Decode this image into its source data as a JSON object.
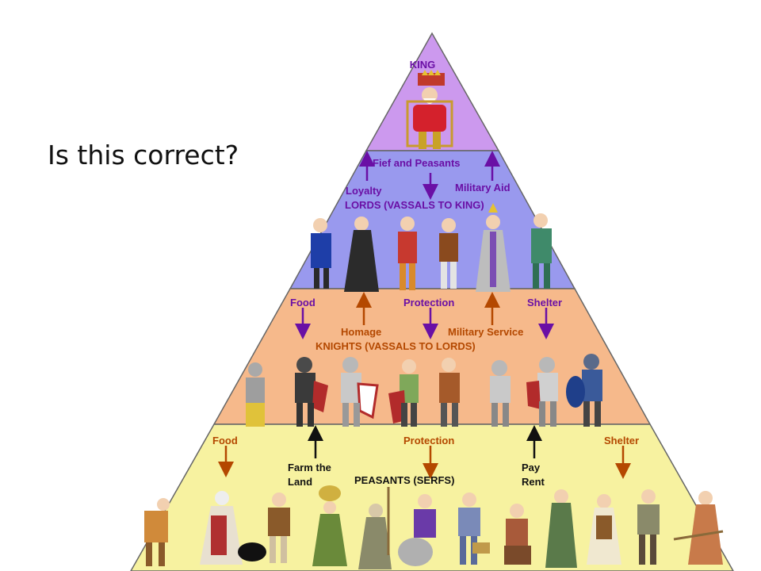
{
  "question": "Is this correct?",
  "colors": {
    "king_tier": "#cc99ee",
    "lords_tier": "#9999ee",
    "knights_tier": "#f6b98b",
    "peasants_tier": "#f7f2a0",
    "purple_text": "#6a0fa5",
    "orange_text": "#b44800",
    "outline": "#666666"
  },
  "pyramid": {
    "king": {
      "title": "KING"
    },
    "lords": {
      "title": "LORDS (VASSALS TO KING)",
      "from_king": "Fief and Peasants",
      "to_king_left": "Loyalty",
      "to_king_right": "Military Aid"
    },
    "knights": {
      "title": "KNIGHTS (VASSALS TO LORDS)",
      "from_lords_left": "Food",
      "from_lords_center": "Protection",
      "from_lords_right": "Shelter",
      "to_lords_left": "Homage",
      "to_lords_right": "Military Service"
    },
    "peasants": {
      "title": "PEASANTS (SERFS)",
      "from_knights_left": "Food",
      "from_knights_center": "Protection",
      "from_knights_right": "Shelter",
      "to_knights_left_line1": "Farm the",
      "to_knights_left_line2": "Land",
      "to_knights_right_line1": "Pay",
      "to_knights_right_line2": "Rent"
    }
  },
  "figures": {
    "king": [
      "king-figure"
    ],
    "lords": [
      "lord-figure",
      "lord-figure",
      "lord-figure",
      "lord-figure",
      "bishop-figure",
      "lord-figure"
    ],
    "knights": [
      "knight-figure",
      "knight-figure",
      "knight-figure",
      "knight-figure",
      "knight-figure",
      "knight-figure",
      "knight-figure",
      "knight-figure"
    ],
    "peasants": [
      "peasant-figure",
      "peasant-figure",
      "peasant-figure",
      "peasant-figure",
      "monk-figure",
      "peasant-figure",
      "peasant-figure",
      "peasant-figure",
      "peasant-figure",
      "peasant-figure",
      "peasant-figure",
      "peasant-figure"
    ]
  }
}
